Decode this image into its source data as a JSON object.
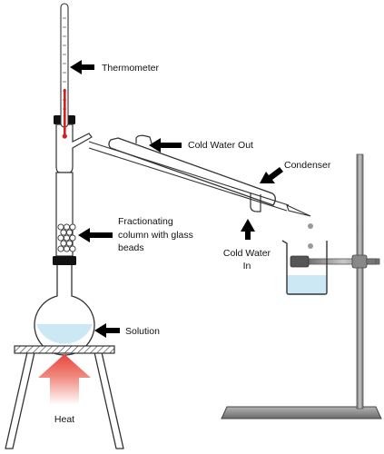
{
  "labels": {
    "thermometer": "Thermometer",
    "cold_water_out": "Cold Water Out",
    "condenser": "Condenser",
    "fractionating_1": "Fractionating",
    "fractionating_2": "column with glass",
    "fractionating_3": "beads",
    "cold_water_in_1": "Cold Water",
    "cold_water_in_2": "In",
    "solution": "Solution",
    "heat": "Heat"
  },
  "colors": {
    "liquid": "#cce8f4",
    "heat_flame": "#e8453c",
    "thermometer_mercury": "#d62020",
    "stand_metal": "#8a8a8a"
  }
}
